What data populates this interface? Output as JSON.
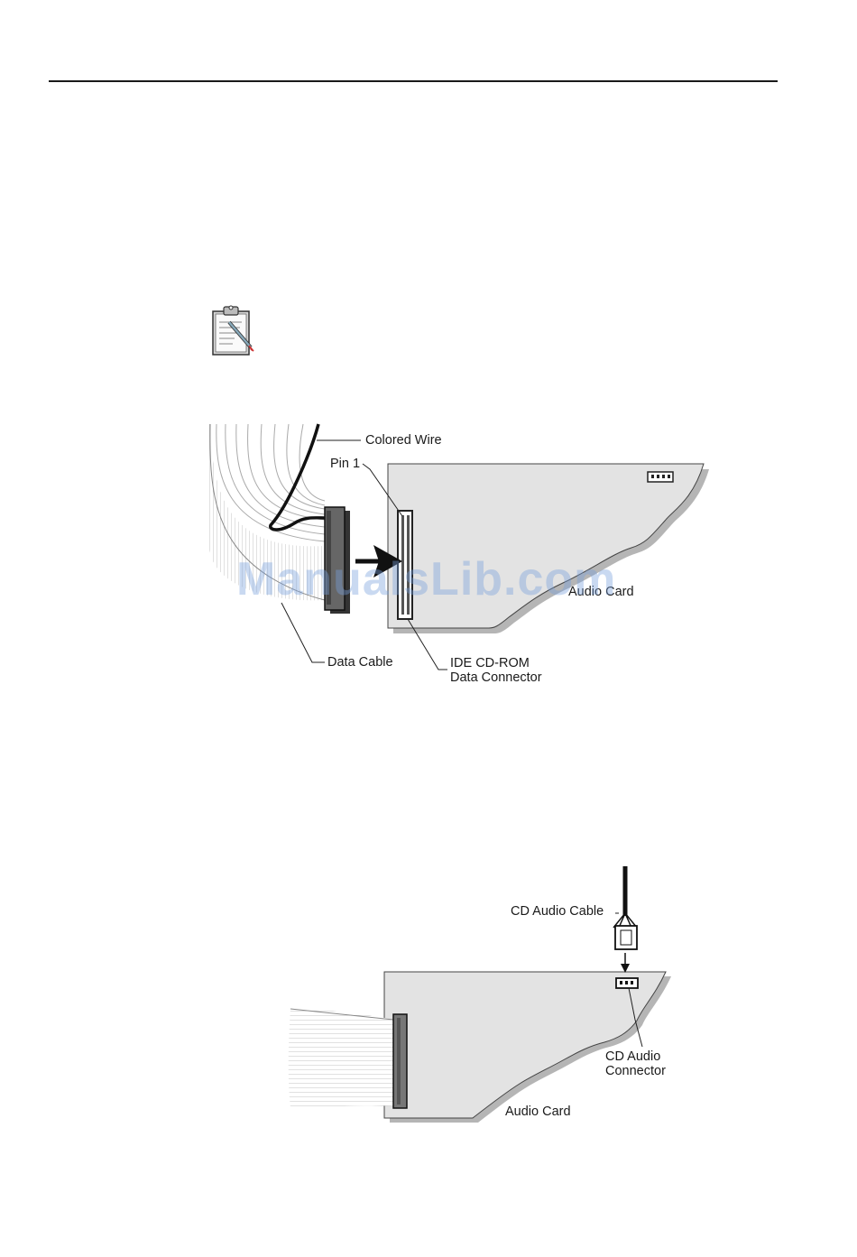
{
  "figure1": {
    "labels": {
      "colored_wire": "Colored Wire",
      "pin1": "Pin 1",
      "audio_card": "Audio Card",
      "data_cable": "Data Cable",
      "ide_connector_line1": "IDE CD-ROM",
      "ide_connector_line2": "Data Connector"
    }
  },
  "figure2": {
    "labels": {
      "cd_audio_cable": "CD Audio Cable",
      "cd_audio_connector_line1": "CD Audio",
      "cd_audio_connector_line2": "Connector",
      "audio_card": "Audio Card"
    }
  },
  "watermark": "ManualsLib.com",
  "icons": {
    "note": "note-clipboard-pencil-icon",
    "arrow": "insert-arrow-icon"
  }
}
